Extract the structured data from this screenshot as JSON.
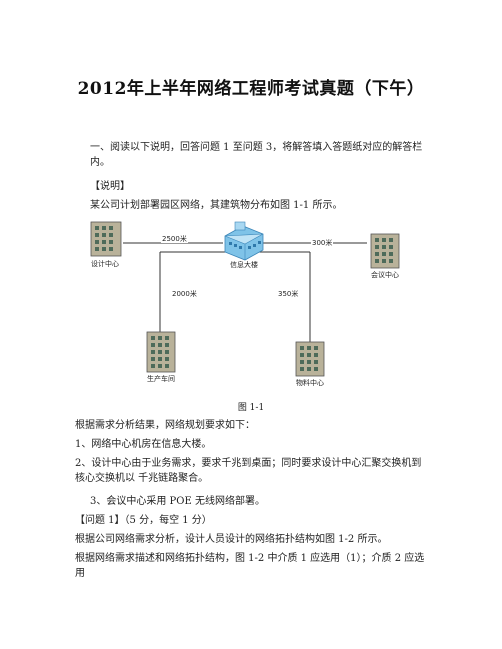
{
  "title": "2012年上半年网络工程师考试真题（下午）",
  "intro": "一、阅读以下说明，回答问题 1 至问题 3，将解答填入答题纸对应的解答栏内。",
  "shuoming_label": "【说明】",
  "description": "某公司计划部署园区网络，其建筑物分布如图 1-1 所示。",
  "diagram": {
    "buildings": {
      "design": "设计中心",
      "info": "信息大楼",
      "meeting": "会议中心",
      "workshop": "生产车间",
      "logistics": "物料中心"
    },
    "distances": {
      "design_info": "2500米",
      "info_meeting": "300米",
      "workshop": "2000米",
      "logistics": "350米"
    },
    "caption": "图 1-1"
  },
  "requirements_intro": "根据需求分析结果，网络规划要求如下：",
  "req1": "1、网络中心机房在信息大楼。",
  "req2": "2、设计中心由于业务需求，要求千兆到桌面；同时要求设计中心汇聚交换机到核心交换机以    千兆链路聚合。",
  "req3": "3、会议中心采用 POE 无线网络部署。",
  "question1_label": "【问题 1】（5 分，每空 1 分）",
  "question1_text": "根据公司网络需求分析，设计人员设计的网络拓扑结构如图 1-2 所示。",
  "question1_text2": "根据网络需求描述和网络拓扑结构，图 1-2 中介质 1 应选用（1）；介质 2 应选用"
}
